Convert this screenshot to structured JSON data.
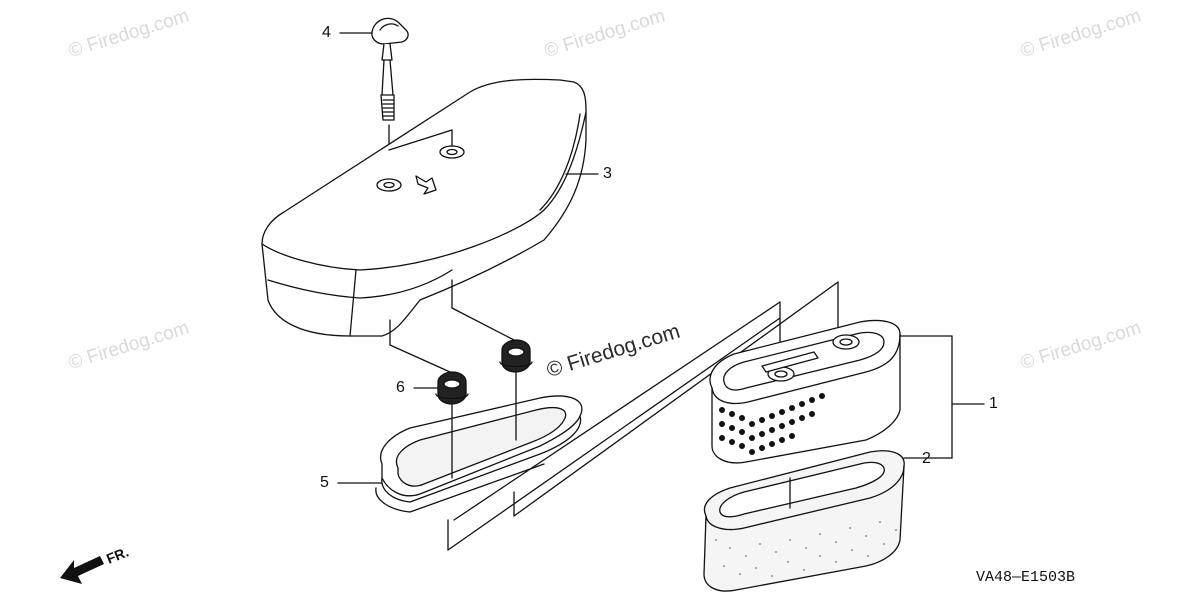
{
  "watermark": {
    "text": "© Firedog.com",
    "center_text": "© Firedog.com"
  },
  "parts": [
    {
      "number": "1"
    },
    {
      "number": "2"
    },
    {
      "number": "3"
    },
    {
      "number": "4"
    },
    {
      "number": "5"
    },
    {
      "number": "6"
    }
  ],
  "direction_label": "FR.",
  "diagram_code": "VA48—E1503B",
  "colors": {
    "line": "#111111",
    "watermark": "#d9d9d9",
    "background": "#ffffff"
  },
  "icons": {
    "front_arrow": "arrow-left-down-icon"
  }
}
